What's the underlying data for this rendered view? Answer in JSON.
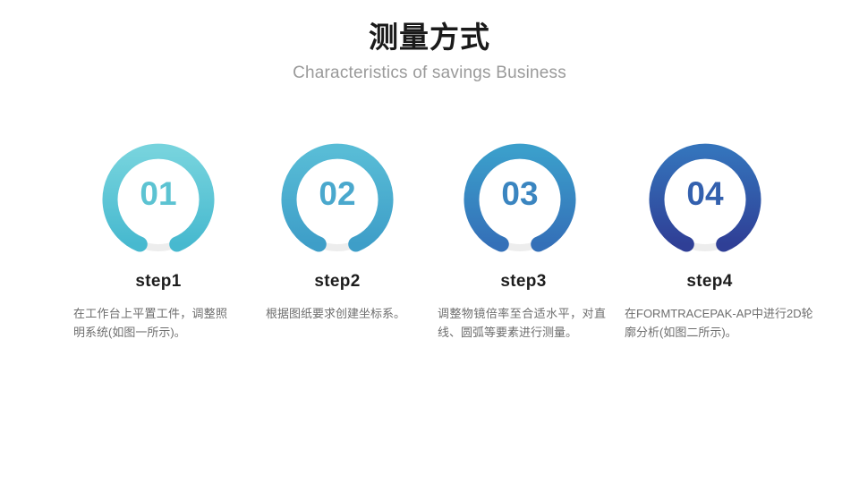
{
  "header": {
    "title": "测量方式",
    "subtitle": "Characteristics of savings Business"
  },
  "colors": {
    "title": "#1a1a1a",
    "subtitle": "#9a9a9a",
    "body_text": "#6e6e6e",
    "track": "#ededed",
    "background": "#ffffff"
  },
  "steps": [
    {
      "number": "01",
      "label": "step1",
      "description": "在工作台上平置工件，调整照明系统(如图一所示)。",
      "ring_color_top": "#76d3dd",
      "ring_color_bottom": "#47b9cf",
      "number_color": "#5cc3d2"
    },
    {
      "number": "02",
      "label": "step2",
      "description": "根据图纸要求创建坐标系。",
      "ring_color_top": "#58bcd6",
      "ring_color_bottom": "#3e9ec8",
      "number_color": "#4aa8cd"
    },
    {
      "number": "03",
      "label": "step3",
      "description": "调整物镜倍率至合适水平，对直线、圆弧等要素进行测量。",
      "ring_color_top": "#3b9ecb",
      "ring_color_bottom": "#3470b8",
      "number_color": "#3a85c0"
    },
    {
      "number": "04",
      "label": "step4",
      "description": "在FORMTRACEPAK-AP中进行2D轮廓分析(如图二所示)。",
      "ring_color_top": "#3473bb",
      "ring_color_bottom": "#2f3f96",
      "number_color": "#3360ae"
    }
  ]
}
